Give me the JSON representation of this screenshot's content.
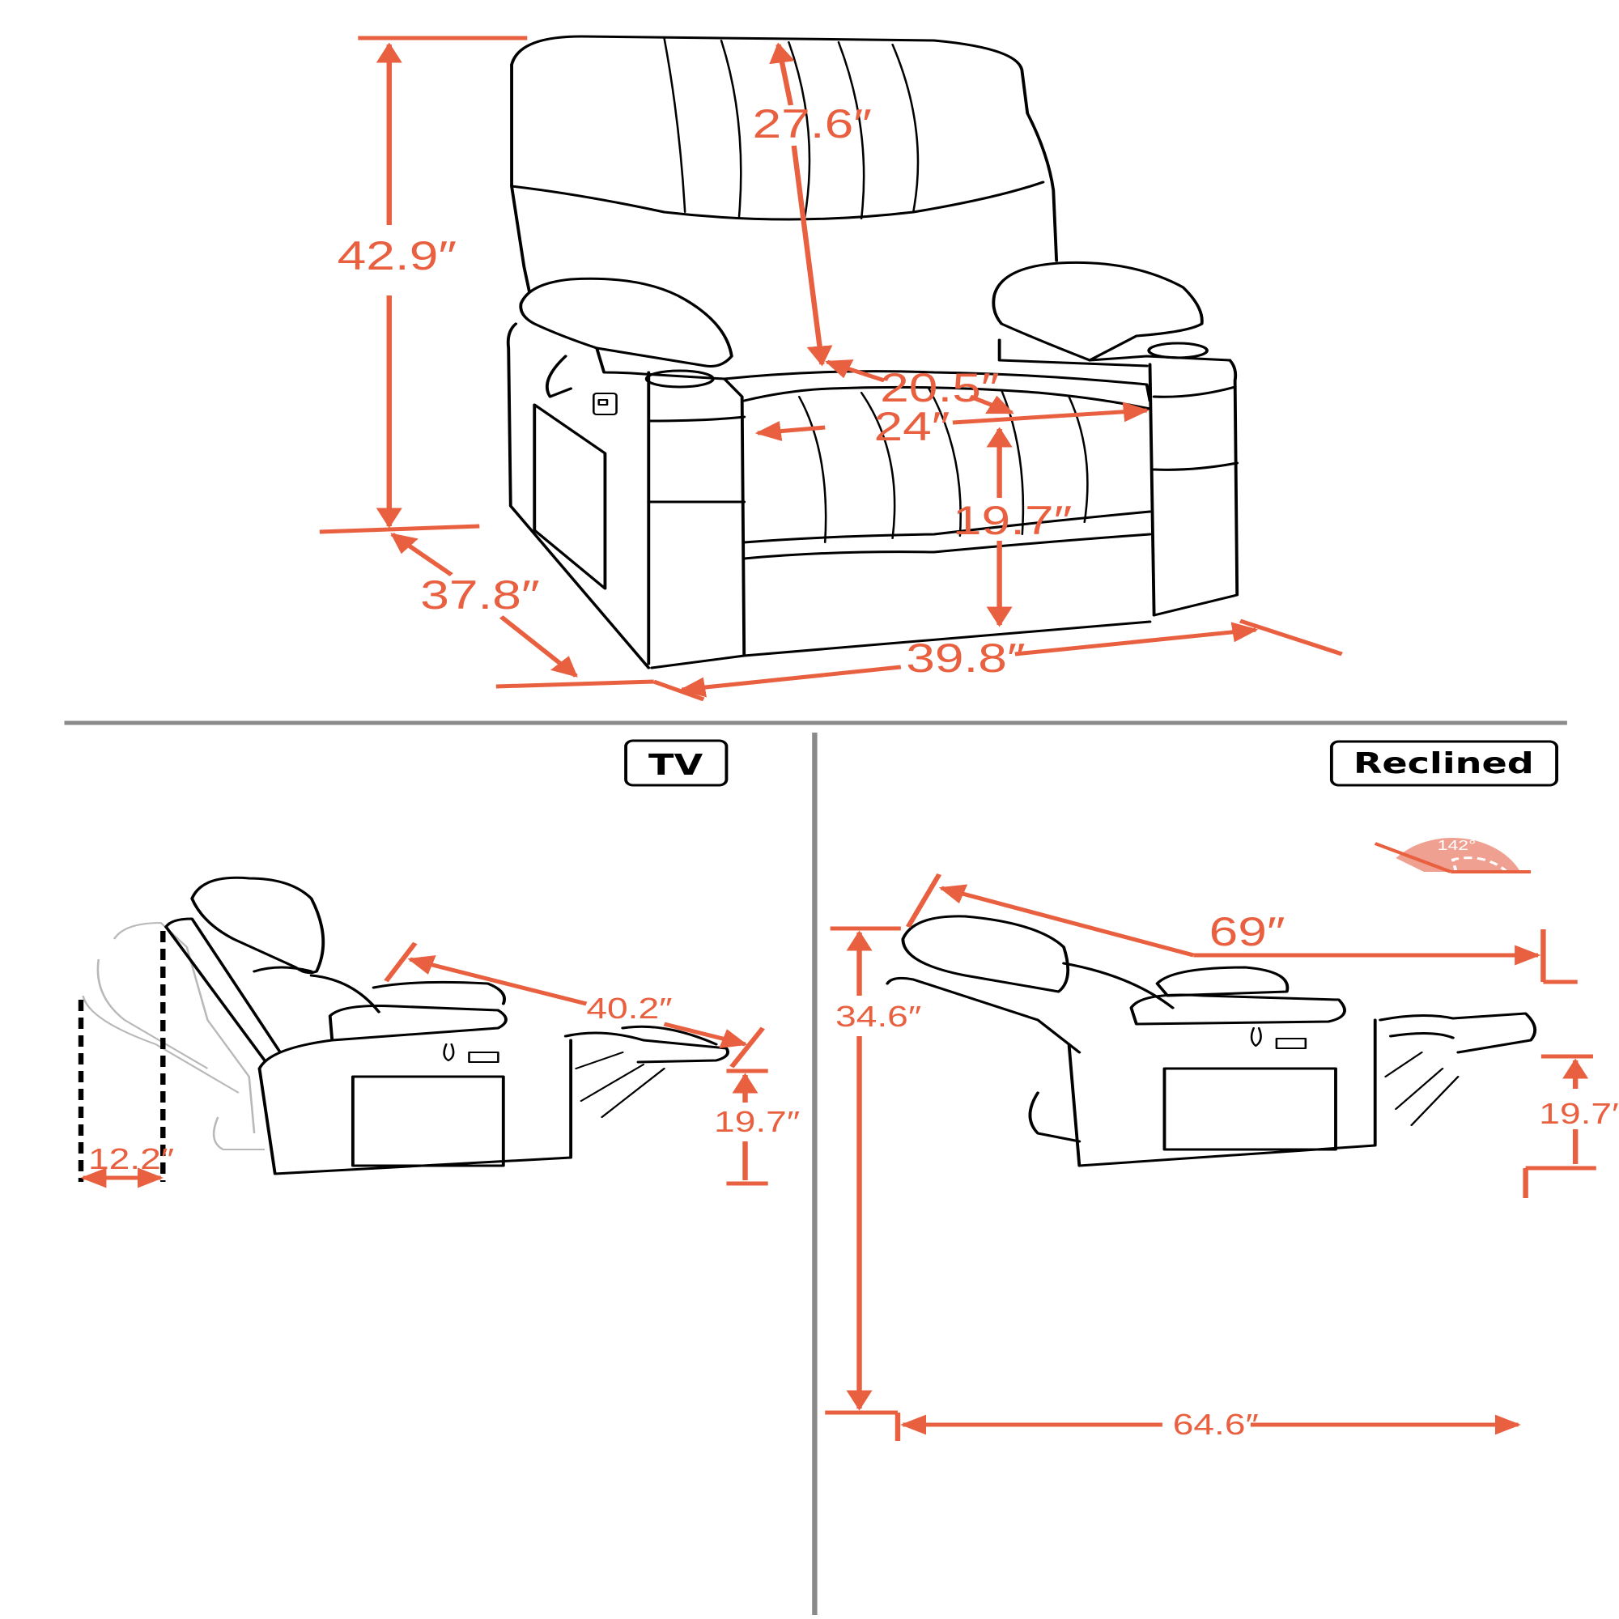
{
  "diagram": {
    "subject": "Recliner chair dimensions",
    "accent_color": "#e8603f",
    "angle_fill_color": "#f0a090",
    "line_color": "#000000",
    "divider_color": "#8a8a8a"
  },
  "front_view": {
    "height_total": "42.9″",
    "backrest_height": "27.6″",
    "seat_depth": "20.5″",
    "seat_width": "24″",
    "seat_height": "19.7″",
    "depth": "37.8″",
    "width": "39.8″"
  },
  "tv_position": {
    "label": "TV",
    "length": "40.2″",
    "footrest_height": "19.7″",
    "wall_clearance": "12.2″"
  },
  "reclined_position": {
    "label": "Reclined",
    "angle": "142°",
    "length": "69″",
    "height": "34.6″",
    "footrest_height": "19.7″",
    "floor_length": "64.6″"
  }
}
